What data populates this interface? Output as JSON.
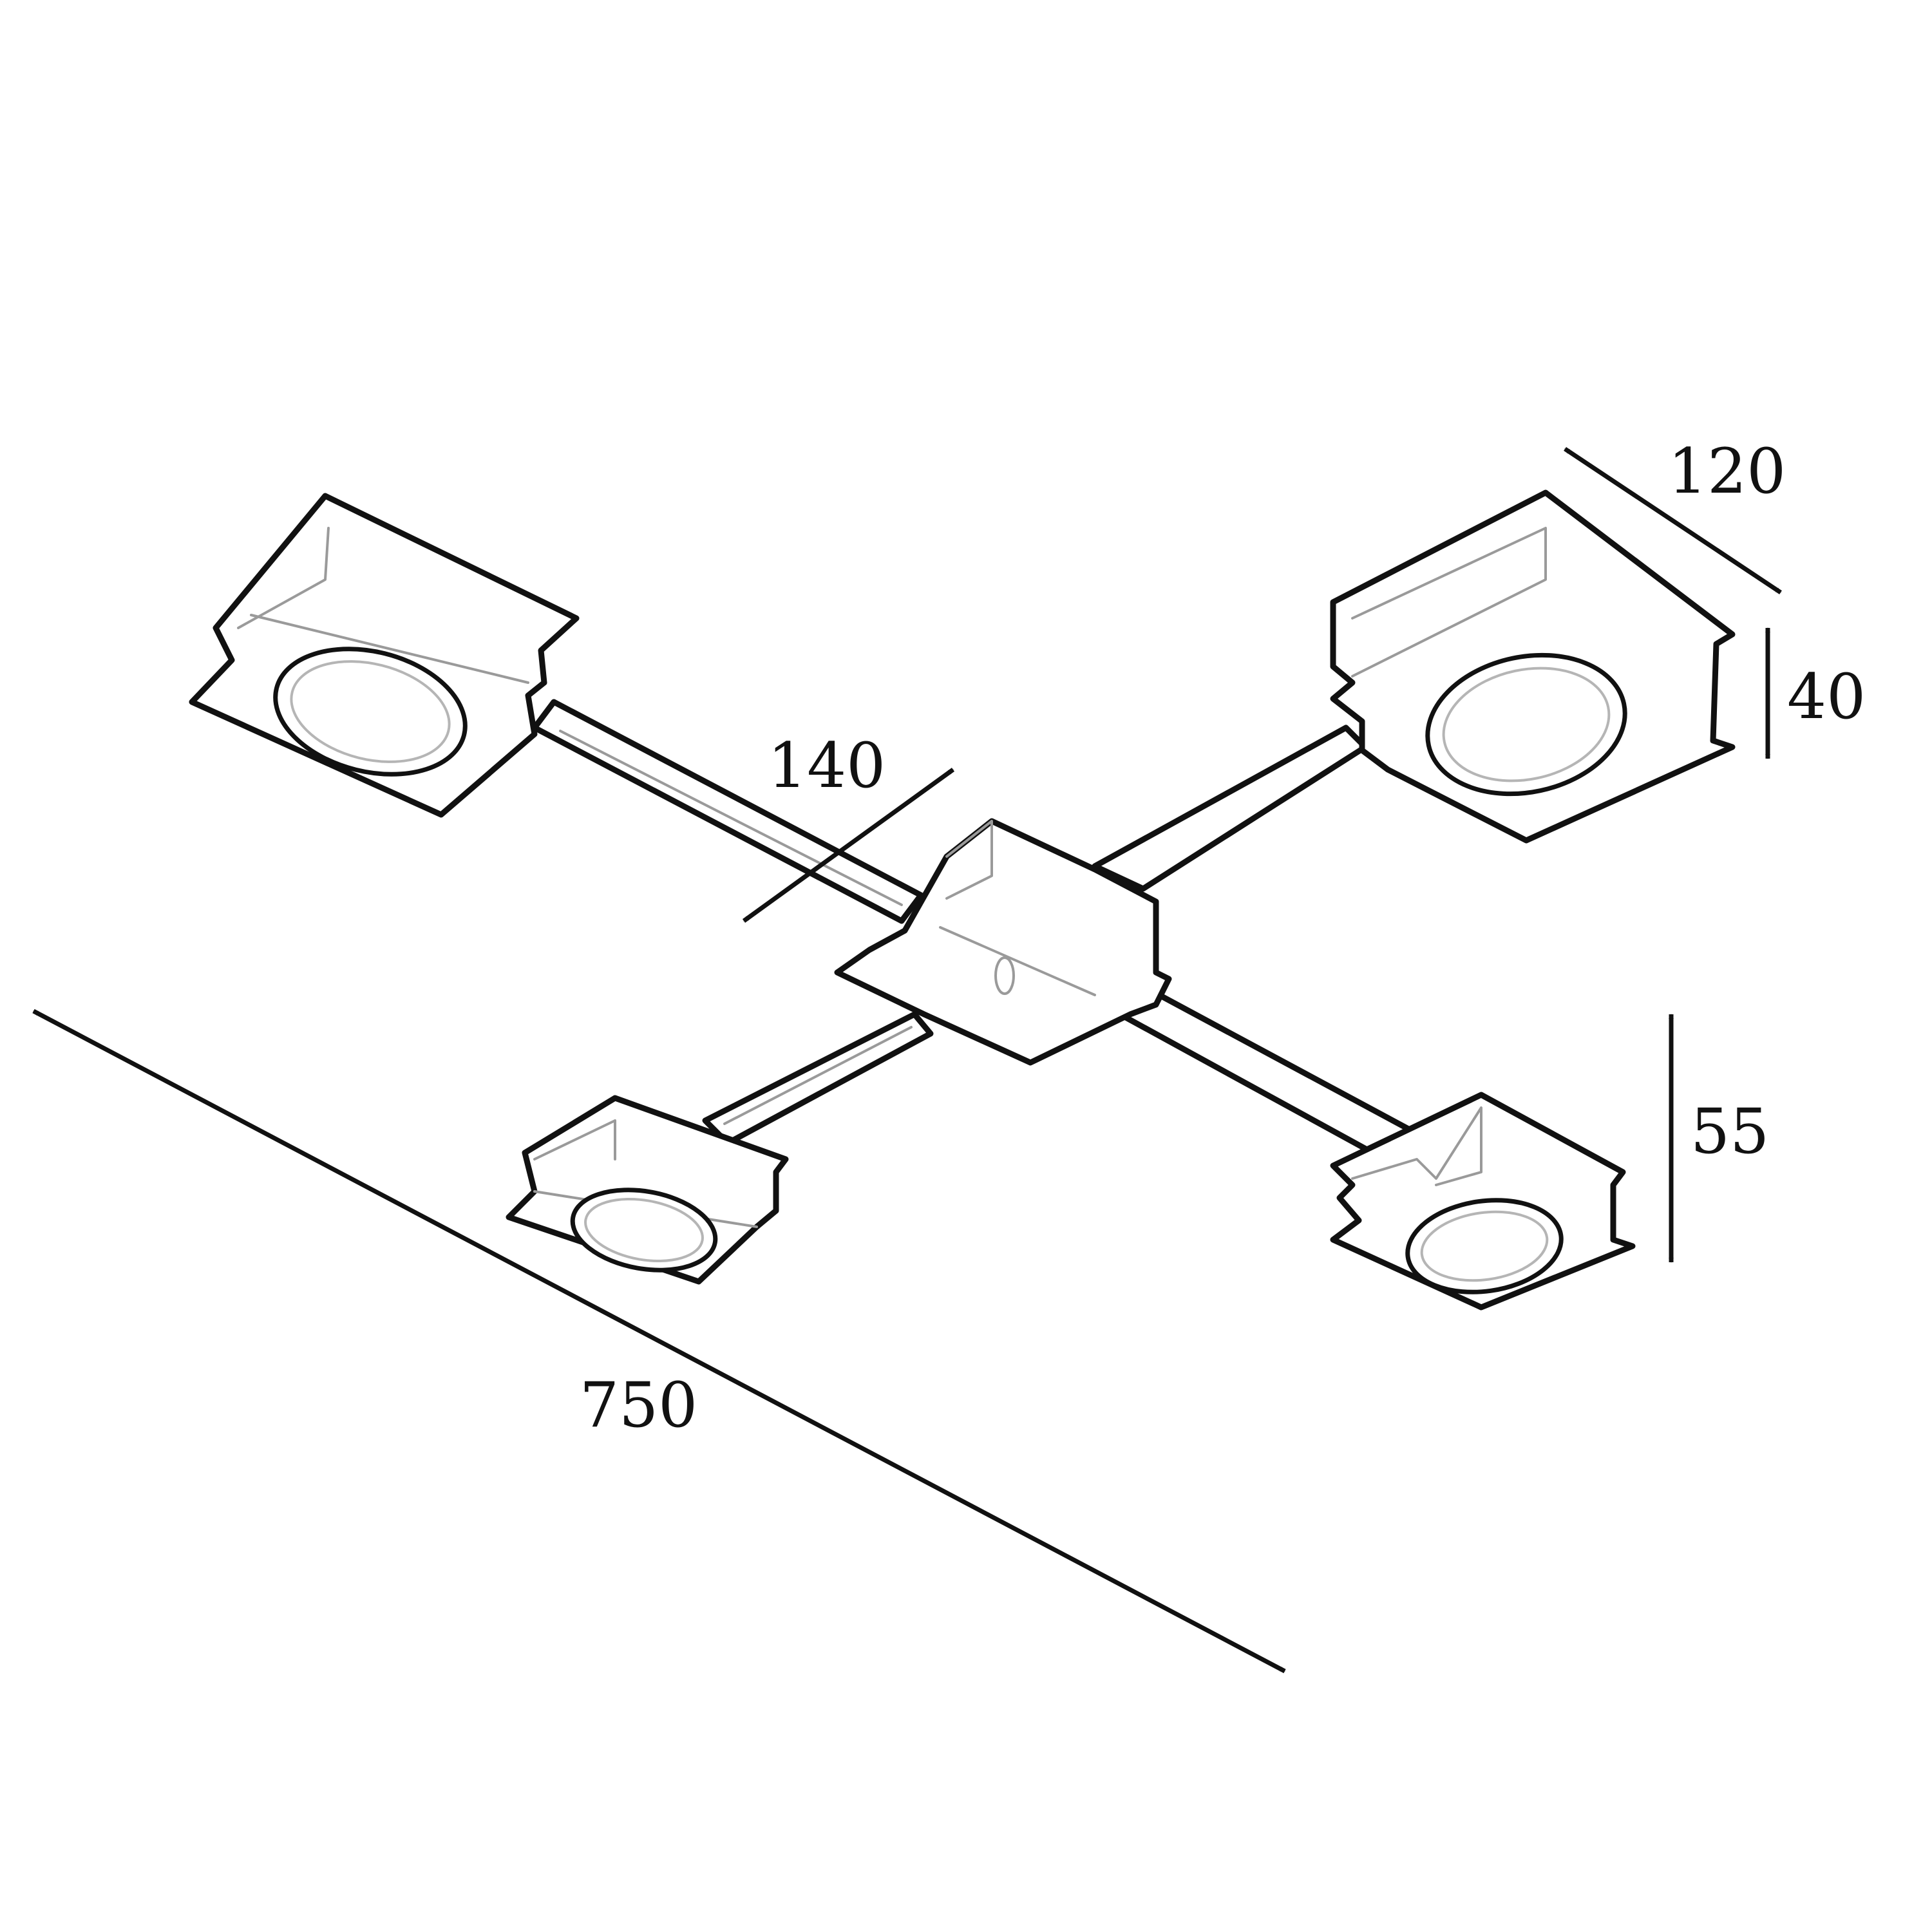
{
  "dimensions": {
    "overall_length": "750",
    "hub_width": "140",
    "head_width": "120",
    "head_thickness": "40",
    "total_height": "55"
  },
  "colors": {
    "line": "#111111",
    "background": "#ffffff"
  }
}
